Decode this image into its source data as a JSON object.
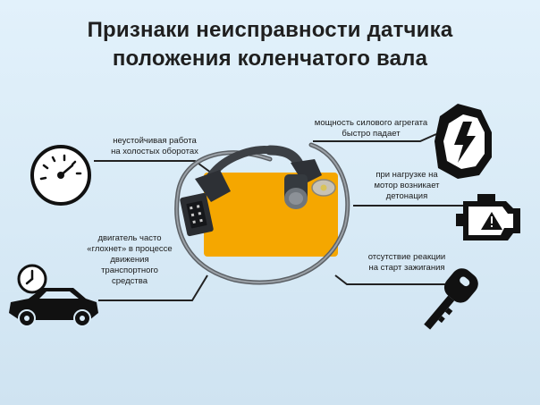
{
  "title": {
    "line1": "Признаки неисправности датчика",
    "line2": "положения коленчатого вала"
  },
  "labels": {
    "idle": [
      "неустойчивая работа",
      "на холостых оборотах"
    ],
    "power": [
      "мощность силового агрегата",
      "быстро падает"
    ],
    "detonation": [
      "при нагрузке на",
      "мотор возникает",
      "детонация"
    ],
    "stall": [
      "двигатель часто",
      "«глохнет» в процессе",
      "движения",
      "транспортного",
      "средства"
    ],
    "ignition": [
      "отсутствие реакции",
      "на старт зажигания"
    ]
  },
  "icons": [
    "tachometer-icon",
    "battery-lightning-icon",
    "engine-warning-icon",
    "car-clock-icon",
    "ignition-key-icon"
  ],
  "colors": {
    "accent": "#f5a700",
    "icon": "#111111",
    "cable": "#7a7f85"
  }
}
